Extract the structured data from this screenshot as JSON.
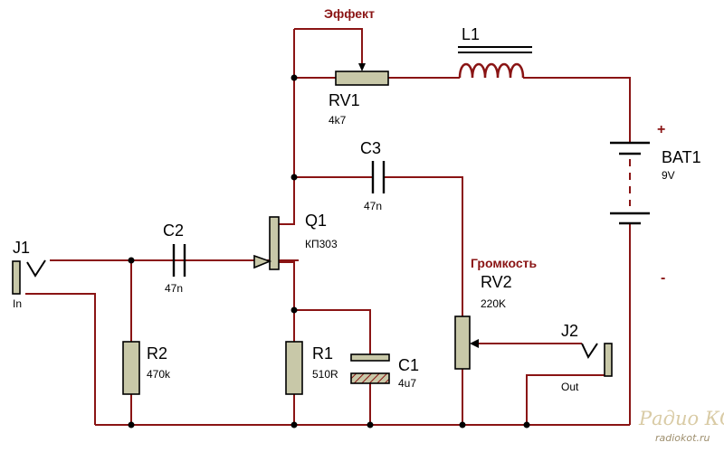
{
  "headings": {
    "effect": "Эффект",
    "volume": "Громкость"
  },
  "components": {
    "j1": {
      "ref": "J1",
      "value": "In"
    },
    "j2": {
      "ref": "J2",
      "value": "Out"
    },
    "c2": {
      "ref": "C2",
      "value": "47n"
    },
    "c3": {
      "ref": "C3",
      "value": "47n"
    },
    "c1": {
      "ref": "C1",
      "value": "4u7"
    },
    "r1": {
      "ref": "R1",
      "value": "510R"
    },
    "r2": {
      "ref": "R2",
      "value": "470k"
    },
    "q1": {
      "ref": "Q1",
      "value": "КП303"
    },
    "rv1": {
      "ref": "RV1",
      "value": "4k7"
    },
    "rv2": {
      "ref": "RV2",
      "value": "220K"
    },
    "l1": {
      "ref": "L1",
      "value": ""
    },
    "bat1": {
      "ref": "BAT1",
      "value": "9V"
    }
  },
  "battery_polarity": {
    "plus": "+",
    "minus": "-"
  },
  "watermark": {
    "title": "Радио КОТ",
    "url": "radiokot.ru"
  },
  "colors": {
    "wire": "#8a1414",
    "component_fill": "#c8c8a8",
    "outline": "#000000",
    "label_accent": "#8a1414"
  }
}
